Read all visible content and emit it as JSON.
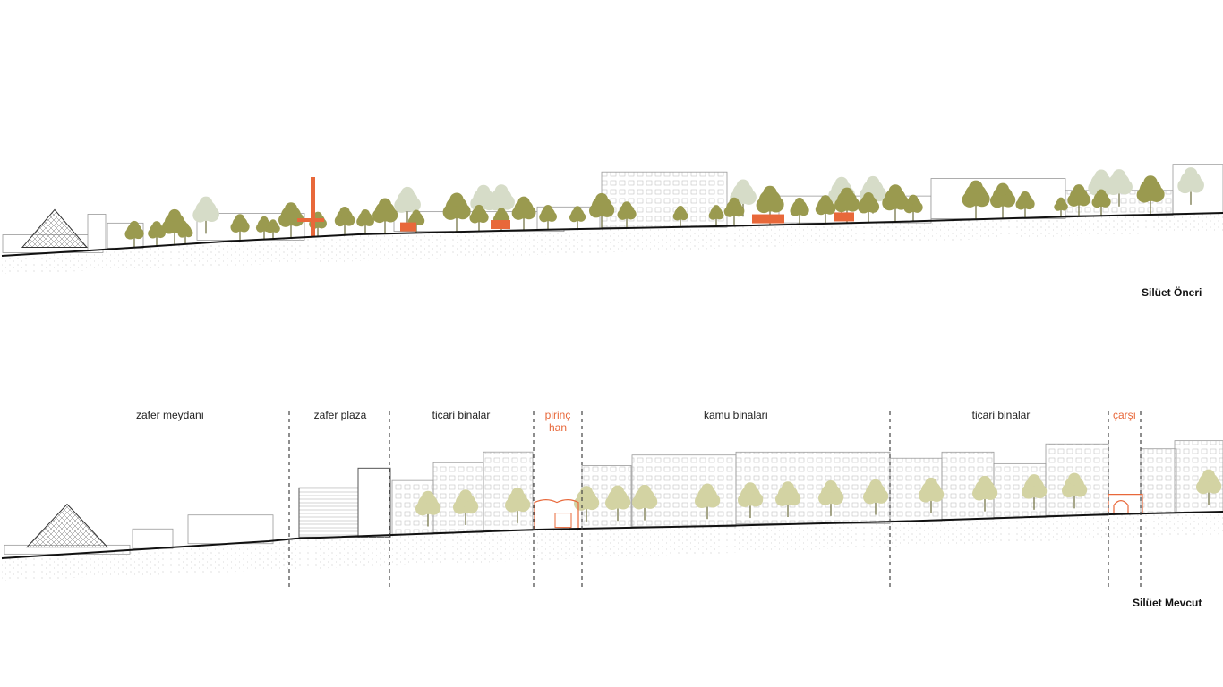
{
  "colors": {
    "tree_dark": "#9a9a4f",
    "tree_light": "#d6dcc8",
    "tree_current": "#d3d3a3",
    "accent": "#e8683a",
    "outline": "#9a9a9a",
    "ground_line": "#111111",
    "ground_dots": "#b5b5b5"
  },
  "sections": {
    "proposal": {
      "title": "Silüet Öneri"
    },
    "current": {
      "title": "Silüet Mevcut",
      "zones": [
        {
          "label": "zafer meydanı",
          "accent": false
        },
        {
          "label": "zafer plaza",
          "accent": false
        },
        {
          "label": "ticari binalar",
          "accent": false
        },
        {
          "label": "pirinç\nhan",
          "accent": true
        },
        {
          "label": "kamu binaları",
          "accent": false
        },
        {
          "label": "ticari binalar",
          "accent": false
        },
        {
          "label": "çarşı",
          "accent": true
        }
      ]
    }
  }
}
